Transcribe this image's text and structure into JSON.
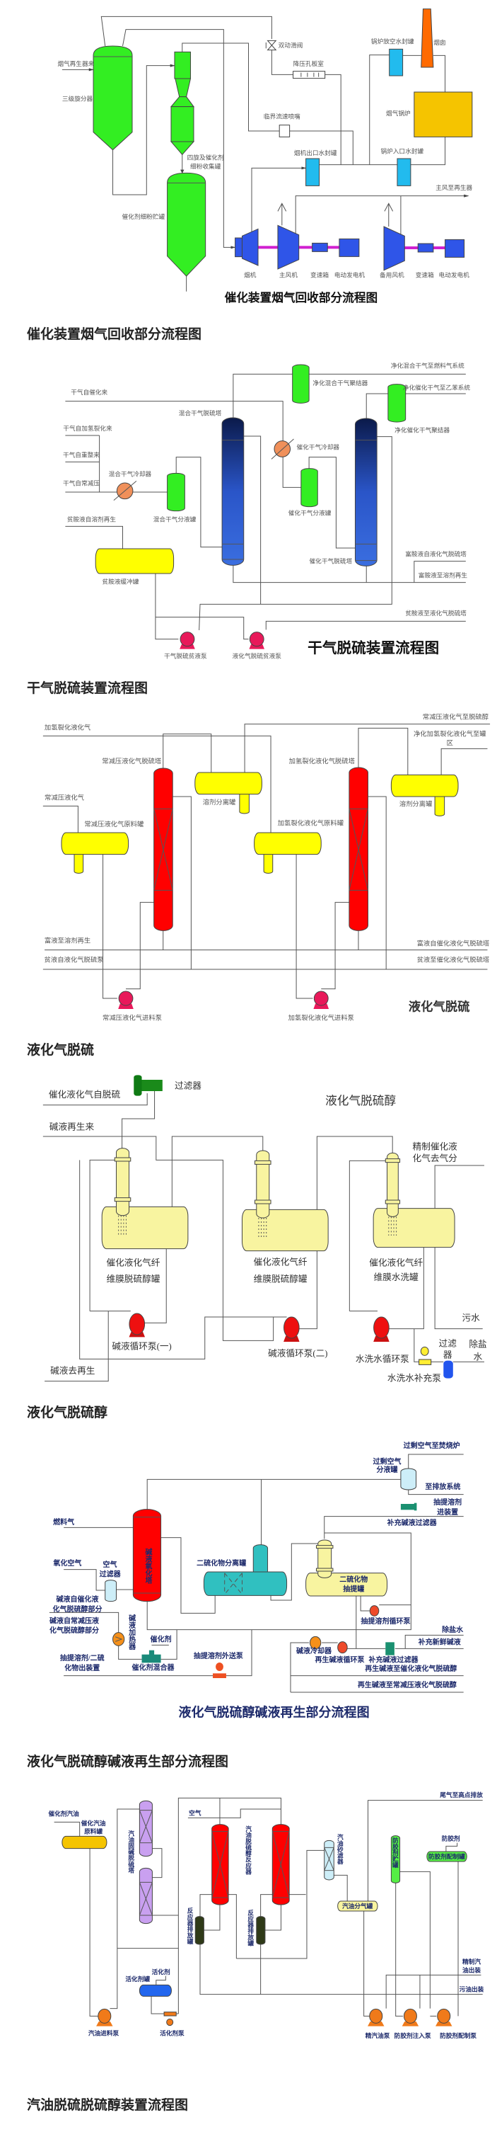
{
  "headings": [
    "催化装置烟气回收部分流程图",
    "干气脱硫装置流程图",
    "液化气脱硫",
    "液化气脱硫醇",
    "液化气脱硫醇碱液再生部分流程图",
    "汽油脱硫脱硫醇装置流程图"
  ],
  "colors": {
    "green": "#33ee22",
    "blue_column": "#2a55c8",
    "yellow": "#ffff00",
    "red": "#ff0000",
    "pump_pink": "#e8195a",
    "cooler_orange": "#f0905a",
    "water_seal_cyan": "#22bbee",
    "boiler_gold": "#f5c400",
    "chimney_orange": "#ff6a00",
    "purple": "#c9a0f0"
  },
  "d1": {
    "caption": "催化装置烟气回收部分流程图",
    "labels": [
      "烟气再生器来",
      "三级旋分器",
      "四旋及催化剂",
      "细粉收集罐",
      "催化剂细粉贮罐",
      "双动滑阀",
      "降压孔板室",
      "临界流速喷嘴",
      "烟机出口水封罐",
      "锅炉入口水封罐",
      "锅炉放空水封罐",
      "烟囱",
      "烟气锅炉",
      "主风至再生器",
      "烟机",
      "主风机",
      "变速箱",
      "电动发电机",
      "备用风机",
      "变速箱",
      "电动发电机"
    ]
  },
  "d2": {
    "caption": "干气脱硫装置流程图",
    "labels": [
      "净化混合干气至燃料气系统",
      "净化混合干气聚结器",
      "干气自催化来",
      "净化催化干气至乙苯系统",
      "混合干气脱硫塔",
      "干气自加氢裂化来",
      "净化催化干气聚结器",
      "催化干气冷却器",
      "干气自重整来",
      "混合干气冷却器",
      "干气自常减压",
      "催化干气分液罐",
      "贫胺液自溶剂再生",
      "混合干气分液罐",
      "富胺液自液化气脱硫塔",
      "催化干气脱硫塔",
      "富胺液至溶剂再生",
      "贫胺液缓冲罐",
      "贫胺液至液化气脱硫塔",
      "干气脱硫贫液泵",
      "液化气脱硫贫液泵"
    ]
  },
  "d3": {
    "caption": "液化气脱硫",
    "labels": [
      "常减压液化气至脱硫醇",
      "加氢裂化液化气",
      "净化加氢裂化液化气至罐",
      "区",
      "常减压液化气脱硫塔",
      "加氢裂化液化气脱硫塔",
      "常减压液化气",
      "溶剂分离罐",
      "溶剂分离罐",
      "常减压液化气原料罐",
      "加氢裂化液化气原料罐",
      "富液至溶剂再生",
      "富液自催化液化气脱硫塔",
      "贫液自液化气脱硫泵",
      "贫液至催化液化气脱硫塔",
      "常减压液化气进料泵",
      "加氢裂化液化气进料泵"
    ]
  },
  "d4": {
    "caption": "液化气脱硫醇",
    "labels": [
      "过滤器",
      "催化液化气自脱硫",
      "碱液再生来",
      "精制催化液",
      "化气去气分",
      "催化液化气纤",
      "维膜脱硫醇罐",
      "催化液化气纤",
      "维膜脱硫醇罐",
      "催化液化气纤",
      "维膜水洗罐",
      "污水",
      "碱液循环泵(一)",
      "碱液循环泵(二)",
      "过滤",
      "器",
      "除盐",
      "水",
      "水洗水循环泵",
      "水洗水补充泵",
      "碱液去再生"
    ]
  },
  "d5": {
    "caption": "液化气脱硫醇碱液再生部分流程图",
    "labels": [
      "过剩空气至焚烧炉",
      "过剩空气",
      "分液罐",
      "至排放系统",
      "抽提溶剂",
      "进装置",
      "燃料气",
      "补充碱液过滤器",
      "碱液氧化塔",
      "二硫化物分离罐",
      "氧化空气",
      "空气",
      "过滤器",
      "二硫化物",
      "抽提罐",
      "碱液自催化液",
      "化气脱硫醇部分",
      "抽提溶剂循环泵",
      "碱液自常减压液",
      "化气脱硫醇部分",
      "除盐水",
      "碱液加热器",
      "催化剂",
      "补充新鲜碱液",
      "碱液冷却器",
      "抽提溶剂外送泵",
      "抽提溶剂/二硫",
      "化物出装置",
      "催化剂混合器",
      "再生碱液循环泵",
      "补充碱液过滤器",
      "再生碱液至催化液化气脱硫醇",
      "再生碱液至常减压液化气脱硫醇"
    ]
  },
  "d6": {
    "caption": "汽油脱硫脱硫醇装置流程图",
    "labels": [
      "尾气至高点排放",
      "催化剂汽油",
      "空气",
      "催化汽油",
      "原料罐",
      "汽油固碱脱硫塔",
      "汽油脱硫醇反应器",
      "汽油砂滤器",
      "防胶剂贮罐",
      "防胶剂",
      "防胶剂配制罐",
      "汽油分气罐",
      "反应器排放罐",
      "反应器排放罐",
      "精制汽",
      "油出装",
      "活化剂",
      "活化剂罐",
      "污油出装",
      "汽油进料泵",
      "活化剂泵",
      "精汽油泵",
      "防胶剂注入泵",
      "防胶剂配制泵"
    ]
  }
}
